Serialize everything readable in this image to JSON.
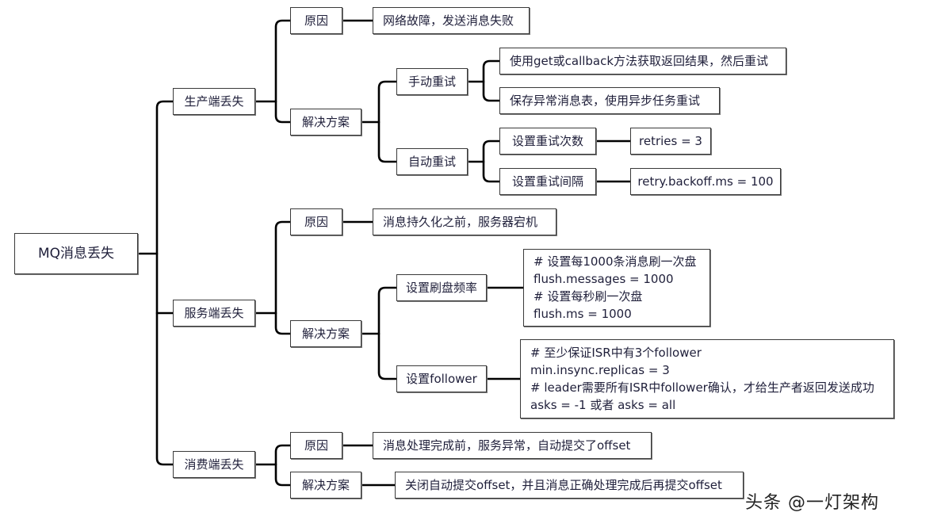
{
  "root": {
    "label": "MQ消息丢失"
  },
  "producer": {
    "label": "生产端丢失",
    "cause": {
      "label": "原因",
      "detail": "网络故障，发送消息失败"
    },
    "solution": {
      "label": "解决方案",
      "manual": {
        "label": "手动重试",
        "items": [
          "使用get或callback方法获取返回结果，然后重试",
          "保存异常消息表，使用异步任务重试"
        ]
      },
      "auto": {
        "label": "自动重试",
        "items": [
          {
            "label": "设置重试次数",
            "value": "retries = 3"
          },
          {
            "label": "设置重试间隔",
            "value": "retry.backoff.ms = 100"
          }
        ]
      }
    }
  },
  "broker": {
    "label": "服务端丢失",
    "cause": {
      "label": "原因",
      "detail": "消息持久化之前，服务器宕机"
    },
    "solution": {
      "label": "解决方案",
      "flush": {
        "label": "设置刷盘频率",
        "lines": [
          "# 设置每1000条消息刷一次盘",
          "flush.messages = 1000",
          "# 设置每秒刷一次盘",
          "flush.ms = 1000"
        ]
      },
      "follower": {
        "label": "设置follower",
        "lines": [
          "# 至少保证ISR中有3个follower",
          "min.insync.replicas = 3",
          "# leader需要所有ISR中follower确认，才给生产者返回发送成功",
          "asks = -1 或者 asks = all"
        ]
      }
    }
  },
  "consumer": {
    "label": "消费端丢失",
    "cause": {
      "label": "原因",
      "detail": "消息处理完成前，服务异常，自动提交了offset"
    },
    "solution": {
      "label": "解决方案",
      "detail": "关闭自动提交offset，并且消息正确处理完成后再提交offset"
    }
  },
  "watermark": "头条 @一灯架构"
}
